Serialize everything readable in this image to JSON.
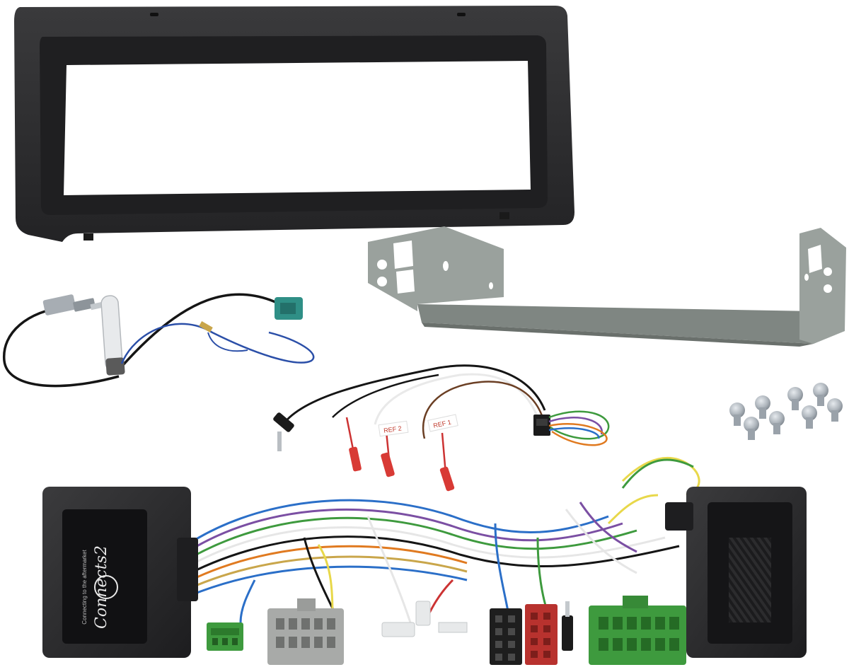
{
  "product": {
    "components": [
      {
        "name": "fascia-panel",
        "color": "#2b2b2d"
      },
      {
        "name": "mounting-bracket",
        "color": "#8f9692"
      },
      {
        "name": "antenna-adapter",
        "connector_color": "#2f8f86"
      },
      {
        "name": "patch-lead",
        "tags": [
          "REF 2",
          "REF 1"
        ]
      },
      {
        "name": "screws",
        "count": 8
      },
      {
        "name": "steering-interface-harness"
      }
    ],
    "interface_box": {
      "brand_logo": "Connects2",
      "tagline": "Connecting to the aftermarket"
    },
    "patch_tags": {
      "tag_a": "REF 2",
      "tag_b": "REF 1"
    }
  },
  "colors": {
    "background": "#ffffff",
    "fascia": "#2b2b2d",
    "bracket": "#8f9692",
    "fakra": "#2f8f86",
    "connector_green": "#3e9a3e",
    "connector_grey": "#a8aaa8",
    "connector_red": "#b8322e",
    "spade_red": "#d83a35"
  }
}
